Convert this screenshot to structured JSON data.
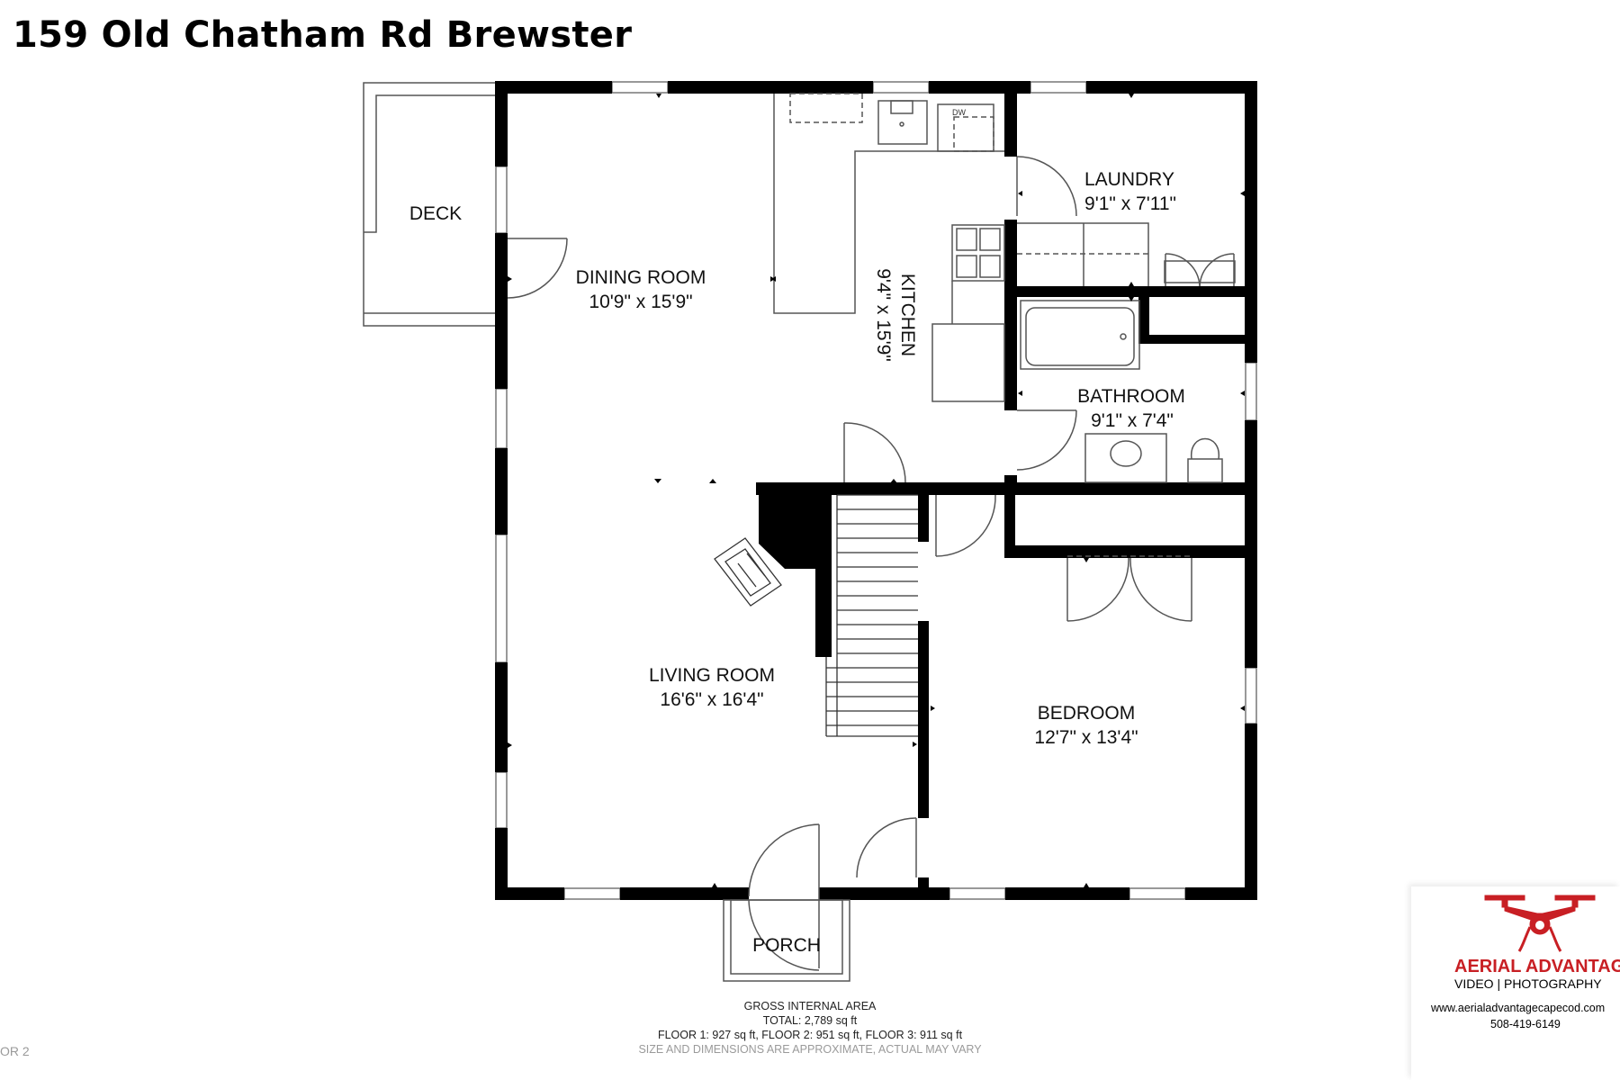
{
  "title": "159 Old Chatham Rd Brewster",
  "floor_label": "OR 2",
  "rooms": {
    "deck": {
      "name": "DECK"
    },
    "dining": {
      "name": "DINING ROOM",
      "size": "10'9\" x 15'9\""
    },
    "kitchen": {
      "name": "KITCHEN",
      "size": "9'4\" x 15'9\""
    },
    "laundry": {
      "name": "LAUNDRY",
      "size": "9'1\" x 7'11\""
    },
    "bathroom": {
      "name": "BATHROOM",
      "size": "9'1\" x 7'4\""
    },
    "living": {
      "name": "LIVING ROOM",
      "size": "16'6\" x 16'4\""
    },
    "bedroom": {
      "name": "BEDROOM",
      "size": "12'7\" x 13'4\""
    },
    "porch": {
      "name": "PORCH"
    }
  },
  "appliance_labels": {
    "dishwasher": "DW"
  },
  "area": {
    "heading": "GROSS INTERNAL AREA",
    "total": "TOTAL: 2,789 sq ft",
    "floors": "FLOOR 1: 927 sq ft, FLOOR 2: 951 sq ft, FLOOR 3: 911 sq ft",
    "disclaimer": "SIZE AND DIMENSIONS ARE APPROXIMATE, ACTUAL MAY VARY"
  },
  "logo": {
    "brand": "AERIAL ADVANTAGE",
    "tagline": "VIDEO | PHOTOGRAPHY",
    "url": "www.aerialadvantagecapecod.com",
    "phone": "508-419-6149",
    "icon": "drone-icon"
  },
  "colors": {
    "wall": "#000000",
    "brand_red": "#c81f24",
    "fixture": "#555555"
  }
}
